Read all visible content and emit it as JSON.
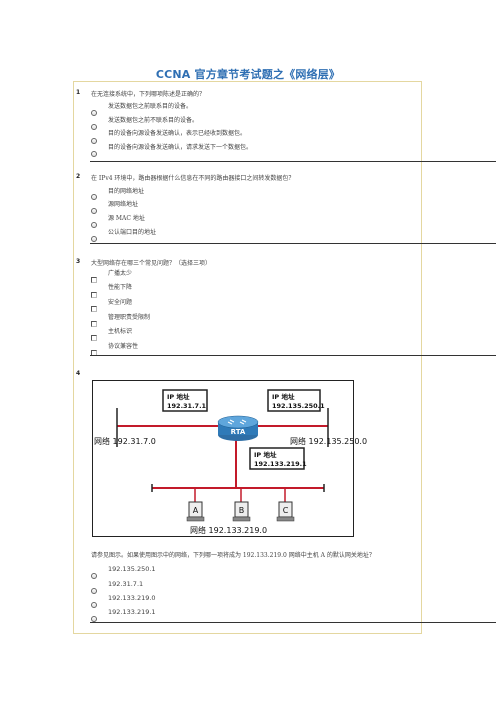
{
  "page": {
    "title": "CCNA 官方章节考试题之《网络层》"
  },
  "questions": [
    {
      "num": "1",
      "text": "在无连接系统中，下列哪项陈述是正确的？",
      "options": [
        "发送数据包之前联系目的设备。",
        "发送数据包之前不联系目的设备。",
        "目的设备向源设备发送确认，表示已经收到数据包。",
        "目的设备向源设备发送确认，请求发送下一个数据包。"
      ]
    },
    {
      "num": "2",
      "text": "在 IPv4 环境中，路由器根据什么信息在不同的路由器接口之间转发数据包？",
      "options": [
        "目的网络地址",
        "源网络地址",
        "源 MAC 地址",
        "公认端口目的地址"
      ]
    },
    {
      "num": "3",
      "text": "大型网络存在哪三个常见问题？（选择三项）",
      "options": [
        "广播太少",
        "性能下降",
        "安全问题",
        "管理职责受限制",
        "主机标识",
        "协议兼容性"
      ]
    },
    {
      "num": "4",
      "text": "请参见图示。如果使用图示中的网络，下列哪一项将成为 192.133.219.0 网络中主机 A 的默认网关地址？",
      "options": [
        "192.135.250.1",
        "192.31.7.1",
        "192.133.219.0",
        "192.133.219.1"
      ]
    }
  ],
  "diagram": {
    "router_label": "RTA",
    "box1": {
      "line1": "IP 地址",
      "line2": "192.31.7.1"
    },
    "box2": {
      "line1": "IP 地址",
      "line2": "192.135.250.1"
    },
    "box3": {
      "line1": "IP 地址",
      "line2": "192.133.219.1"
    },
    "net_left": "网络 192.31.7.0",
    "net_right": "网络 192.135.250.0",
    "net_bottom": "网络 192.133.219.0",
    "hosts": [
      "A",
      "B",
      "C"
    ]
  }
}
